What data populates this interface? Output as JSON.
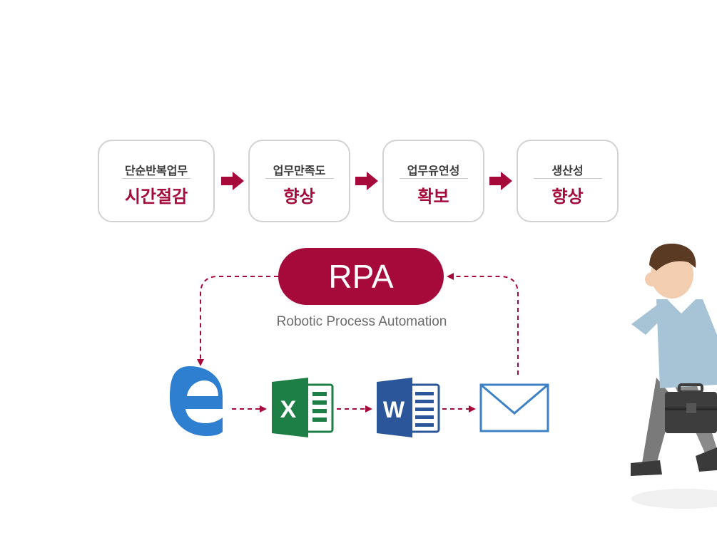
{
  "benefits": [
    {
      "top": "단순반복업무",
      "bottom": "시간절감"
    },
    {
      "top": "업무만족도",
      "bottom": "향상"
    },
    {
      "top": "업무유연성",
      "bottom": "확보"
    },
    {
      "top": "생산성",
      "bottom": "향상"
    }
  ],
  "rpa": {
    "label": "RPA",
    "subtitle": "Robotic Process Automation"
  },
  "apps": [
    {
      "name": "edge-browser-icon",
      "letter": "e"
    },
    {
      "name": "excel-icon",
      "letter": "X"
    },
    {
      "name": "word-icon",
      "letter": "W"
    },
    {
      "name": "mail-icon",
      "letter": ""
    }
  ],
  "colors": {
    "accent": "#a50a3b",
    "box_border": "#d2d2d2",
    "edge_blue": "#2f7fd1",
    "excel_green": "#1d7f45",
    "word_blue": "#2b579a",
    "mail_blue": "#3c82c4"
  }
}
